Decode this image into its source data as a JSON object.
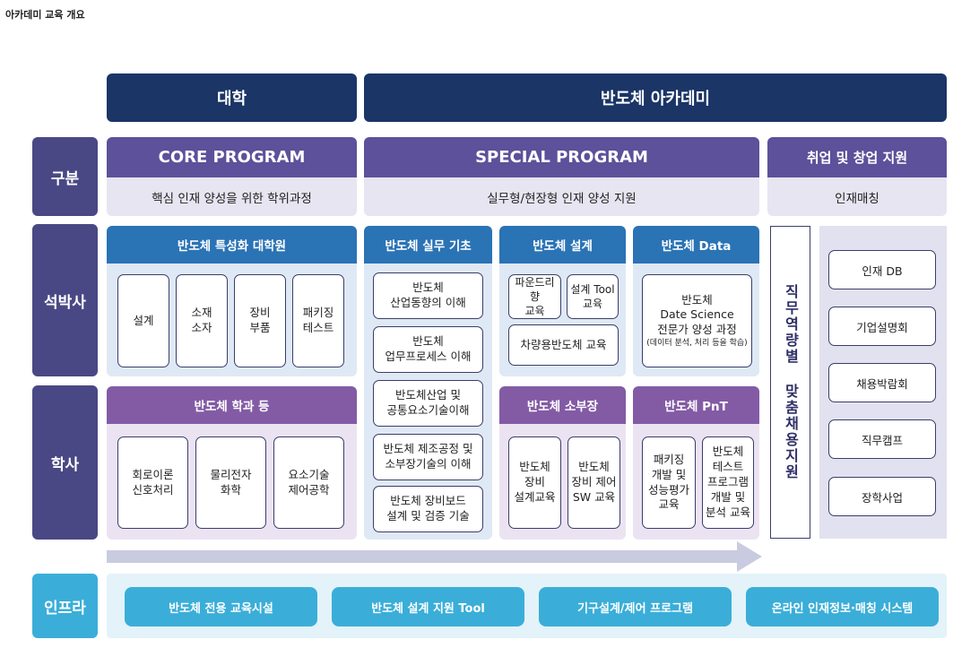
{
  "page_title": "아카데미 교육 개요",
  "top_headers": {
    "university": "대학",
    "academy": "반도체 아카데미"
  },
  "row_labels": {
    "category": "구분",
    "masters_phd": "석박사",
    "bachelor": "학사",
    "infra": "인프라"
  },
  "programs": {
    "core": {
      "title": "CORE PROGRAM",
      "subtitle": "핵심 인재 양성을 위한 학위과정"
    },
    "special": {
      "title": "SPECIAL PROGRAM",
      "subtitle": "실무형/현장형 인재 양성 지원"
    },
    "job": {
      "title": "취업 및 창업 지원",
      "subtitle": "인재매칭"
    }
  },
  "grad_school": {
    "title": "반도체 특성화 대학원",
    "items": [
      "설계",
      "소재\n소자",
      "장비\n부품",
      "패키징\n테스트"
    ]
  },
  "dept": {
    "title": "반도체 학과 등",
    "items": [
      "회로이론\n신호처리",
      "물리전자\n화학",
      "요소기술\n제어공학"
    ]
  },
  "practice_basics": {
    "title": "반도체 실무 기초",
    "items": [
      "반도체\n산업동향의 이해",
      "반도체\n업무프로세스 이해",
      "반도체산업 및\n공통요소기술이해",
      "반도체 제조공정 및\n소부장기술의 이해",
      "반도체 장비보드\n설계 및 검증 기술"
    ]
  },
  "design": {
    "title": "반도체 설계",
    "items": [
      "파운드리향\n교육",
      "설계 Tool\n교육",
      "차량용반도체 교육"
    ]
  },
  "data": {
    "title": "반도체 Data",
    "item_main": "반도체\nDate Science\n전문가 양성 과정",
    "item_note": "(데이터 분석, 처리 등을 학습)"
  },
  "sobujang": {
    "title": "반도체 소부장",
    "items": [
      "반도체\n장비\n설계교육",
      "반도체\n장비 제어\nSW 교육"
    ]
  },
  "pnt": {
    "title": "반도체 PnT",
    "items": [
      "패키징\n개발 및\n성능평가\n교육",
      "반도체\n테스트\n프로그램\n개발 및\n분석 교육"
    ]
  },
  "vertical_label": "직무역량별 맞춤채용지원",
  "job_items": [
    "인재 DB",
    "기업설명회",
    "채용박람회",
    "직무캠프",
    "장학사업"
  ],
  "infra_items": [
    "반도체 전용 교육시설",
    "반도체 설계 지원 Tool",
    "기구설계/제어 프로그램",
    "온라인 인재정보·매칭 시스템"
  ]
}
